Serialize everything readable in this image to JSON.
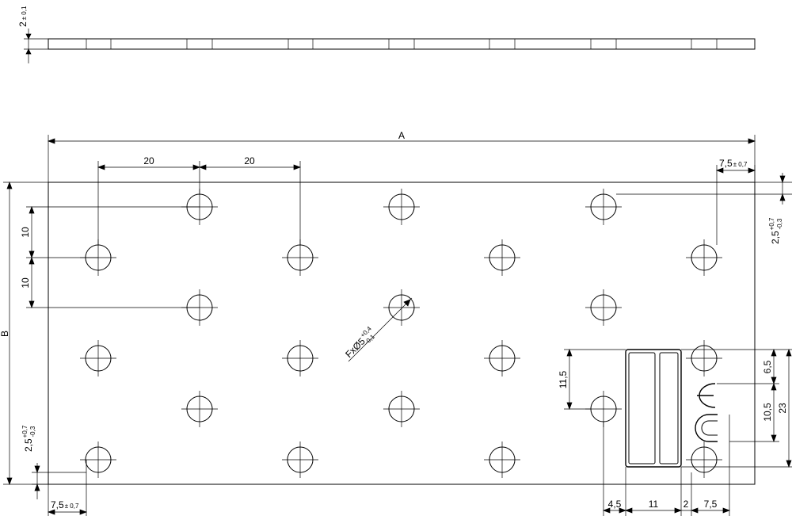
{
  "dims": {
    "thickness_main": "2",
    "thickness_tol": "± 0,1",
    "length": "A",
    "width": "B",
    "pitch_x_1": "20",
    "pitch_x_2": "20",
    "pitch_y_1": "10",
    "pitch_y_2": "10",
    "edge_x_main": "7,5",
    "edge_x_tol": "± 0,7",
    "edge_x_bottom_main": "7,5",
    "edge_x_bottom_tol": "± 0,7",
    "edge_y_main": "2,5",
    "edge_y_tol_upper": "+0,7",
    "edge_y_tol_lower": "-0,3",
    "edge_y_bottom_main": "2,5",
    "edge_y_bottom_tol_upper": "+0,7",
    "edge_y_bottom_tol_lower": "-0,3",
    "hole_main": "FxØ5",
    "hole_tol_upper": "+0,4",
    "hole_tol_lower": "-0,1",
    "label_height": "11,5",
    "label_offset_x": "4,5",
    "label_width": "11",
    "label_gap": "2",
    "ce_width": "7,5",
    "ce_top": "6,5",
    "ce_height": "10,5",
    "ce_total": "23"
  }
}
